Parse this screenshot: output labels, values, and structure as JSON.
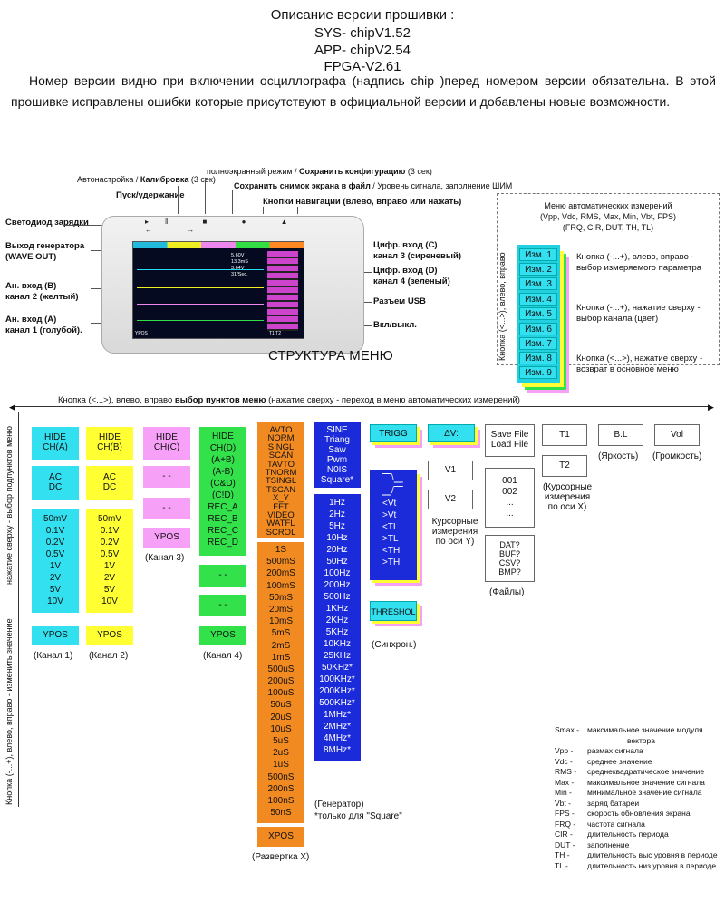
{
  "header": {
    "title": "Описание версии прошивки  :",
    "sys": "SYS- chipV1.52",
    "app": "APP- chipV2.54",
    "fpga": "FPGA-V2.61"
  },
  "intro": "Номер версии видно при включении осциллографа  (надпись chip )перед номером версии обязательна. В этой прошивке исправлены ошибки которые присутствуют в официальной версии и добавлены новые возможности.",
  "device_labels": {
    "autoset": "Автонастройка",
    "calibration": "Калибровка",
    "calibration_note": "(3 сек)",
    "play_hold": "Пуск/удержание",
    "led": "Светодиод зарядки",
    "gen_out": "Выход генератора",
    "gen_out2": "(WAVE OUT)",
    "ch_b": "Ан. вход (B)",
    "ch_b2": "канал 2 (желтый)",
    "ch_a": "Ан. вход (А)",
    "ch_a2": "канал 1 (голубой).",
    "fullscreen": "полноэкранный режим",
    "save_config": "Сохранить конфигурацию",
    "save_config_note": "(3 сек)",
    "screenshot": "Сохранить снимок экрана в файл",
    "screenshot_note": "Уровень сигнала, заполнение ШИМ",
    "nav_buttons": "Кнопки навигации (влево, вправо или нажать)",
    "ch_c": "Цифр. вход (C)",
    "ch_c2": "канал 3 (сиреневый)",
    "ch_d": "Цифр. вход (D)",
    "ch_d2": "канал 4 (зеленый)",
    "usb": "Разъем USB",
    "power": "Вкл/выкл."
  },
  "auto_menu": {
    "title1": "Меню автоматических измерений",
    "title2": "(Vpp, Vdc, RMS, Max, Min, Vbt, FPS)",
    "title3": "(FRQ, CIR, DUT, TH, TL)",
    "items": [
      "Изм. 1",
      "Изм. 2",
      "Изм. 3",
      "Изм. 4",
      "Изм. 5",
      "Изм. 6",
      "Изм. 7",
      "Изм. 8",
      "Изм. 9"
    ],
    "side": "Кнопка (<...>), влево, вправо",
    "note1a": "Кнопка (-...+), влево, вправо -",
    "note1b": "выбор измеряемого параметра",
    "note2a": "Кнопка (-...+), нажатие сверху -",
    "note2b": "выбор канала (цвет)",
    "note3a": "Кнопка (<...>), нажатие сверху -",
    "note3b": "возврат в основное меню"
  },
  "structure_title": "СТРУКТУРА МЕНЮ",
  "menu_hint_pre": "Кнопка (<...>), влево, вправо",
  "menu_hint_bold": "выбор пунктов меню",
  "menu_hint_post": "(нажатие сверху - переход в меню автоматических измерений)",
  "left_axis_top": "нажатие сверху - выбор подпунктов меню",
  "left_axis_bottom": "Кнопка (-...+),  влево, вправо - изменить значение",
  "ch1": {
    "hide": [
      "HIDE",
      "CH(A)"
    ],
    "coupling": [
      "AC",
      "DC"
    ],
    "volts": [
      "50mV",
      "0.1V",
      "0.2V",
      "0.5V",
      "1V",
      "2V",
      "5V",
      "10V"
    ],
    "ypos": "YPOS",
    "caption": "(Канал 1)"
  },
  "ch2": {
    "hide": [
      "HIDE",
      "CH(B)"
    ],
    "coupling": [
      "AC",
      "DC"
    ],
    "volts": [
      "50mV",
      "0.1V",
      "0.2V",
      "0.5V",
      "1V",
      "2V",
      "5V",
      "10V"
    ],
    "ypos": "YPOS",
    "caption": "(Канал 2)"
  },
  "ch3": {
    "hide": [
      "HIDE",
      "CH(C)"
    ],
    "dash1": "- -",
    "dash2": "- -",
    "ypos": "YPOS",
    "caption": "(Канал 3)"
  },
  "ch4": {
    "hide": [
      "HIDE",
      "CH(D)",
      "(A+B)",
      "(A-B)",
      "(C&D)",
      "(C!D)",
      "REC_A",
      "REC_B",
      "REC_C",
      "REC_D"
    ],
    "dash1": "- -",
    "dash2": "- -",
    "ypos": "YPOS",
    "caption": "(Канал 4)"
  },
  "sweep": {
    "modes": [
      "AVTO",
      "NORM",
      "SINGL",
      "SCAN",
      "TAVTO",
      "TNORM",
      "TSINGL",
      "TSCAN",
      "X_Y",
      "FFT",
      "VIDEO",
      "WATFL",
      "SCROL"
    ],
    "times": [
      "1S",
      "500mS",
      "200mS",
      "100mS",
      "50mS",
      "20mS",
      "10mS",
      "5mS",
      "2mS",
      "1mS",
      "500uS",
      "200uS",
      "100uS",
      "50uS",
      "20uS",
      "10uS",
      "5uS",
      "2uS",
      "1uS",
      "500nS",
      "200nS",
      "100nS",
      "50nS"
    ],
    "xpos": "XPOS",
    "caption": "(Развертка X)"
  },
  "generator": {
    "waves": [
      "SINE",
      "Triang",
      "Saw",
      "Pwm",
      "N0IS",
      "Square*"
    ],
    "freqs": [
      "1Hz",
      "2Hz",
      "5Hz",
      "10Hz",
      "20Hz",
      "50Hz",
      "100Hz",
      "200Hz",
      "500Hz",
      "1KHz",
      "2KHz",
      "5KHz",
      "10KHz",
      "25KHz",
      "50KHz*",
      "100KHz*",
      "200KHz*",
      "500KHz*",
      "1MHz*",
      "2MHz*",
      "4MHz*",
      "8MHz*"
    ],
    "caption": "(Генератор)",
    "note": "*только для \"Square\""
  },
  "trigger": {
    "trigg": "TRIGG",
    "dv": "ΔV:",
    "v1": "V1",
    "v2": "V2",
    "modes": [
      "⎺\\⎽",
      "⎽/⎺",
      "<Vt",
      ">Vt",
      "<TL",
      ">TL",
      "<TH",
      ">TH"
    ],
    "thresh": "THRESHOL",
    "caption": "(Синхрон.)",
    "cursor_y": [
      "Курсорные",
      "измерения",
      "по оси Y)"
    ]
  },
  "files": {
    "save": "Save File",
    "load": "Load File",
    "nums": [
      "001",
      "002",
      "...",
      "..."
    ],
    "types": [
      "DAT?",
      "BUF?",
      "CSV?",
      "BMP?"
    ],
    "caption": "(Файлы)"
  },
  "t_cursors": {
    "t1": "T1",
    "t2": "T2",
    "caption": [
      "(Курсорные",
      "измерения",
      "по оси X)"
    ]
  },
  "bl": {
    "label": "B.L",
    "caption": "(Яркость)"
  },
  "vol": {
    "label": "Vol",
    "caption": "(Громкость)"
  },
  "legend": [
    [
      "Smax -",
      "максимальное значение модуля"
    ],
    [
      "",
      "вектора"
    ],
    [
      "Vpp -",
      "размах сигнала"
    ],
    [
      "Vdc -",
      "среднее значение"
    ],
    [
      "RMS -",
      "среднеквадратическое значение"
    ],
    [
      "Max -",
      "максимальное значение сигнала"
    ],
    [
      "Min -",
      "минимальное значение сигнала"
    ],
    [
      "Vbt -",
      "заряд батареи"
    ],
    [
      "FPS -",
      "скорость обновления экрана"
    ],
    [
      "FRQ -",
      "частота сигнала"
    ],
    [
      "CIR -",
      "длительность периода"
    ],
    [
      "DUT -",
      "заполнение"
    ],
    [
      "TH -",
      "длительность выс уровня в периоде"
    ],
    [
      "TL -",
      "длительность низ уровня в периоде"
    ]
  ],
  "screen": {
    "readouts": [
      "5.60V",
      "13.3mS",
      "3.64V",
      "31/Sec."
    ],
    "bottom": "YPOS",
    "t_marks": "T1 T2"
  }
}
